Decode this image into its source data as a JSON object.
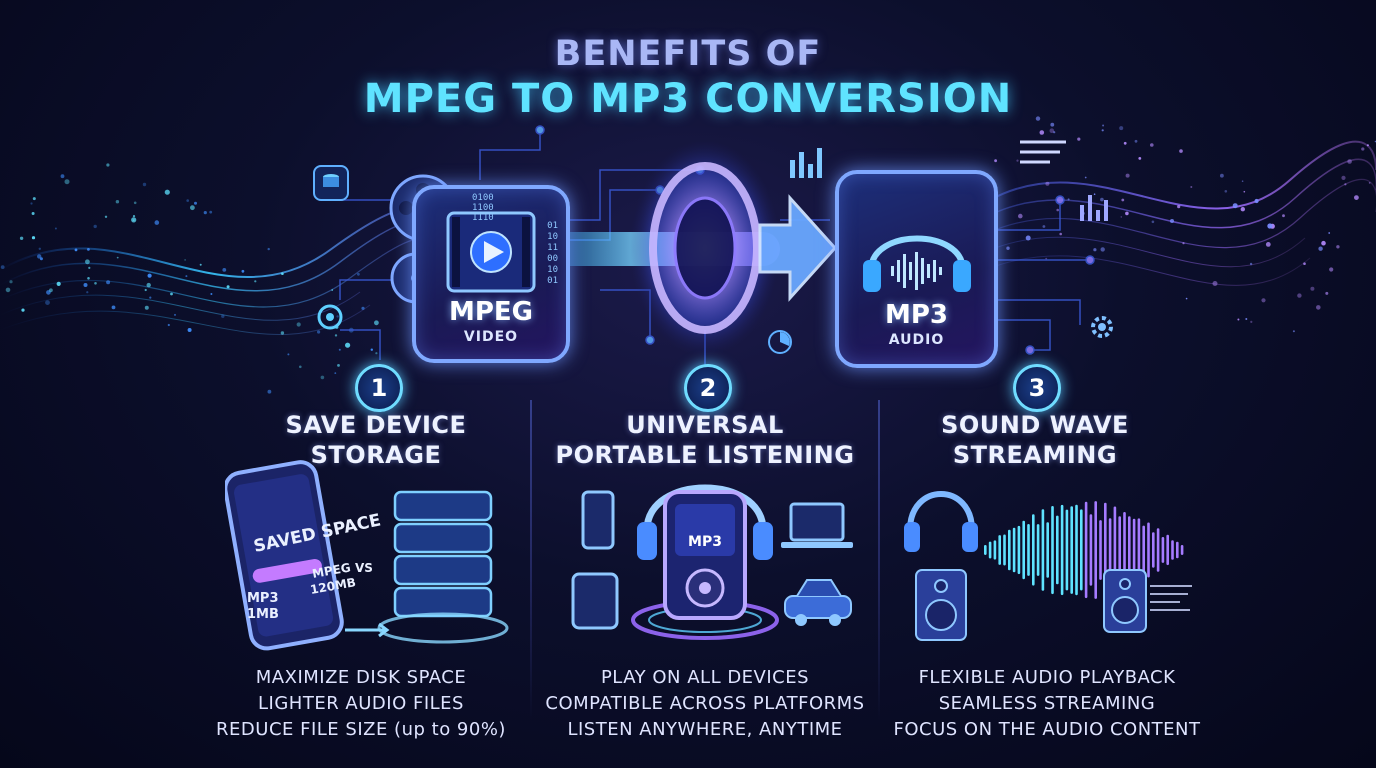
{
  "title": {
    "line1": "BENEFITS OF",
    "line2": "MPEG TO MP3 CONVERSION"
  },
  "mpeg_file": {
    "format": "MPEG",
    "kind": "VIDEO",
    "binary": [
      "0100",
      "1100",
      "1110"
    ],
    "binary_side": [
      "01",
      "10",
      "11",
      "00",
      "10",
      "01"
    ]
  },
  "mp3_file": {
    "format": "MP3",
    "kind": "AUDIO"
  },
  "benefits": [
    {
      "number": "1",
      "title_line1": "SAVE DEVICE",
      "title_line2": "STORAGE",
      "phone": {
        "saved_label": "SAVED SPACE",
        "mp3_label": "MP3",
        "mp3_size": "1MB",
        "mpeg_label": "MPEG",
        "vs_label": "VS",
        "mpeg_size": "120MB"
      },
      "bullets": [
        "MAXIMIZE DISK SPACE",
        "LIGHTER AUDIO FILES",
        "REDUCE FILE SIZE (up to 90%)"
      ]
    },
    {
      "number": "2",
      "title_line1": "UNIVERSAL",
      "title_line2": "PORTABLE LISTENING",
      "player_label": "MP3",
      "bullets": [
        "PLAY ON ALL DEVICES",
        "COMPATIBLE ACROSS PLATFORMS",
        "LISTEN ANYWHERE, ANYTIME"
      ]
    },
    {
      "number": "3",
      "title_line1": "SOUND WAVE",
      "title_line2": "STREAMING",
      "bullets": [
        "FLEXIBLE AUDIO PLAYBACK",
        "SEAMLESS STREAMING",
        "FOCUS ON THE AUDIO CONTENT"
      ]
    }
  ],
  "colors": {
    "cyan": "#5fe3ff",
    "violet": "#9a6bff",
    "blue": "#7fa8ff",
    "background": "#070a1c"
  }
}
